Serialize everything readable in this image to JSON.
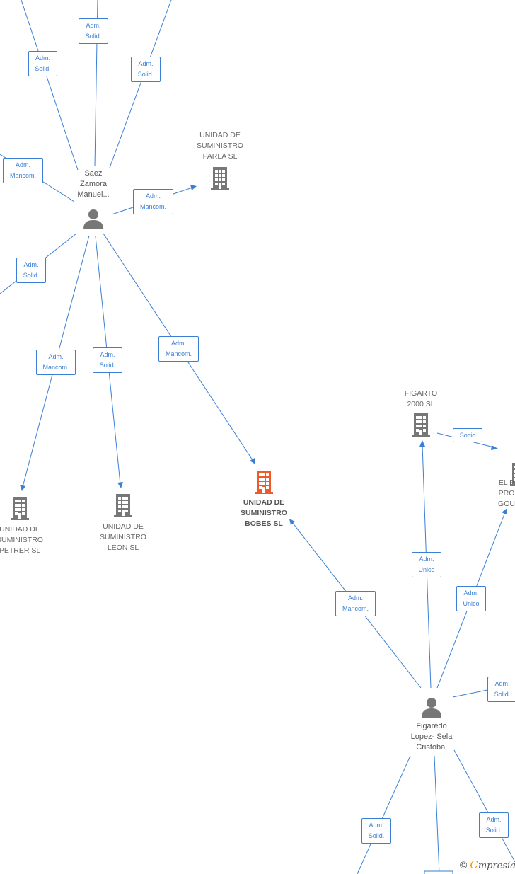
{
  "nodes": {
    "saez": {
      "label": "Saez\nZamora\nManuel...",
      "type": "person",
      "color": "#777777"
    },
    "figaredo": {
      "label": "Figaredo\nLopez- Sela\nCristobal",
      "type": "person",
      "color": "#777777"
    },
    "parla": {
      "label": "UNIDAD DE\nSUMINISTRO\nPARLA  SL",
      "type": "company",
      "color": "#777777"
    },
    "petrer": {
      "label": "UNIDAD DE\nSUMINISTRO\nPETRER  SL",
      "type": "company",
      "color": "#777777"
    },
    "leon": {
      "label": "UNIDAD DE\nSUMINISTRO\nLEON  SL",
      "type": "company",
      "color": "#777777"
    },
    "bobes": {
      "label": "UNIDAD DE\nSUMINISTRO\nBOBES  SL",
      "type": "company-focus",
      "color": "#f05a28"
    },
    "figarto": {
      "label": "FIGARTO\n2000  SL",
      "type": "company",
      "color": "#777777"
    },
    "el_pro": {
      "label": "EL P\nPRO\nGOU",
      "type": "company",
      "color": "#777777"
    }
  },
  "edges": {
    "e_top1": {
      "label": "Adm.\nSolid."
    },
    "e_top2": {
      "label": "Adm.\nSolid."
    },
    "e_top3": {
      "label": "Adm.\nSolid."
    },
    "e_left_mancom": {
      "label": "Adm.\nMancom."
    },
    "e_parla": {
      "label": "Adm.\nMancom."
    },
    "e_left_solid": {
      "label": "Adm.\nSolid."
    },
    "e_petrer": {
      "label": "Adm.\nMancom."
    },
    "e_leon": {
      "label": "Adm.\nSolid."
    },
    "e_bobes_saez": {
      "label": "Adm.\nMancom."
    },
    "e_figarto_socio": {
      "label": "Socio"
    },
    "e_bobes_fig": {
      "label": "Adm.\nMancom."
    },
    "e_figarto_unico": {
      "label": "Adm.\nUnico"
    },
    "e_elpro_unico": {
      "label": "Adm.\nUnico"
    },
    "e_fig_right": {
      "label": "Adm.\nSolid."
    },
    "e_fig_bl": {
      "label": "Adm.\nSolid."
    },
    "e_fig_br": {
      "label": "Adm.\nSolid."
    }
  },
  "watermark": {
    "copyright": "©",
    "brand_initial": "C",
    "brand_rest": "mpresia"
  }
}
